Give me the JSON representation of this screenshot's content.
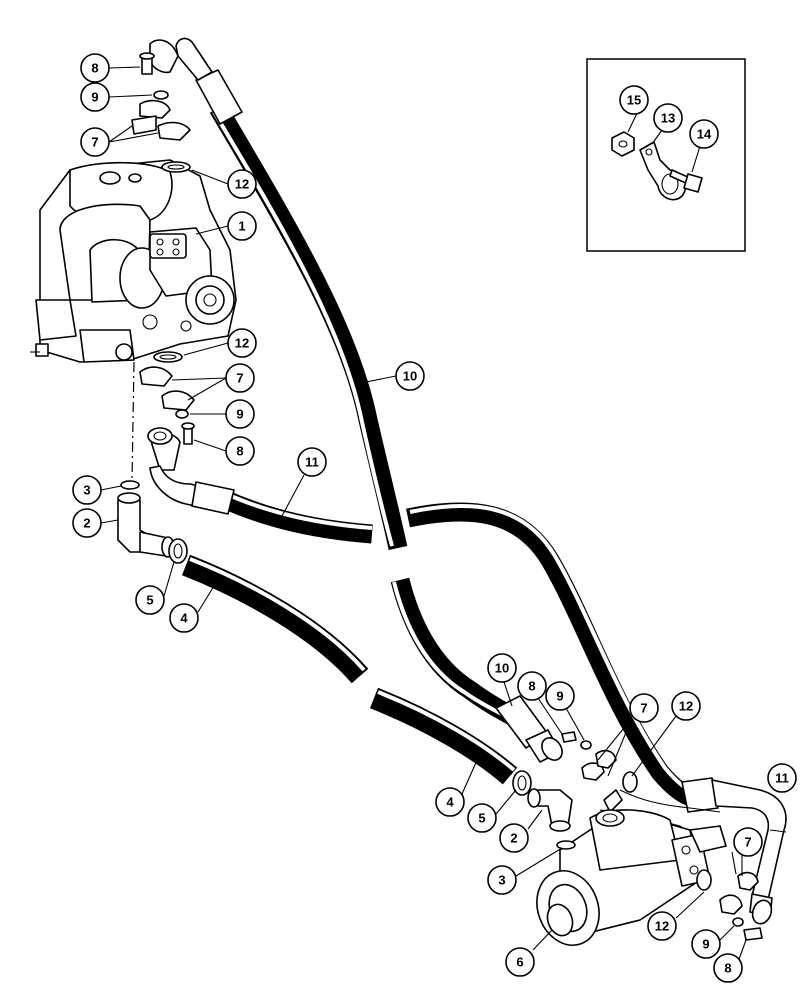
{
  "figure": {
    "callouts": [
      {
        "label": "1"
      },
      {
        "label": "2"
      },
      {
        "label": "2"
      },
      {
        "label": "3"
      },
      {
        "label": "3"
      },
      {
        "label": "4"
      },
      {
        "label": "4"
      },
      {
        "label": "5"
      },
      {
        "label": "5"
      },
      {
        "label": "6"
      },
      {
        "label": "7"
      },
      {
        "label": "7"
      },
      {
        "label": "7"
      },
      {
        "label": "7"
      },
      {
        "label": "8"
      },
      {
        "label": "8"
      },
      {
        "label": "8"
      },
      {
        "label": "8"
      },
      {
        "label": "9"
      },
      {
        "label": "9"
      },
      {
        "label": "9"
      },
      {
        "label": "9"
      },
      {
        "label": "10"
      },
      {
        "label": "10"
      },
      {
        "label": "11"
      },
      {
        "label": "11"
      },
      {
        "label": "12"
      },
      {
        "label": "12"
      },
      {
        "label": "12"
      },
      {
        "label": "12"
      },
      {
        "label": "13"
      },
      {
        "label": "14"
      },
      {
        "label": "15"
      }
    ]
  }
}
